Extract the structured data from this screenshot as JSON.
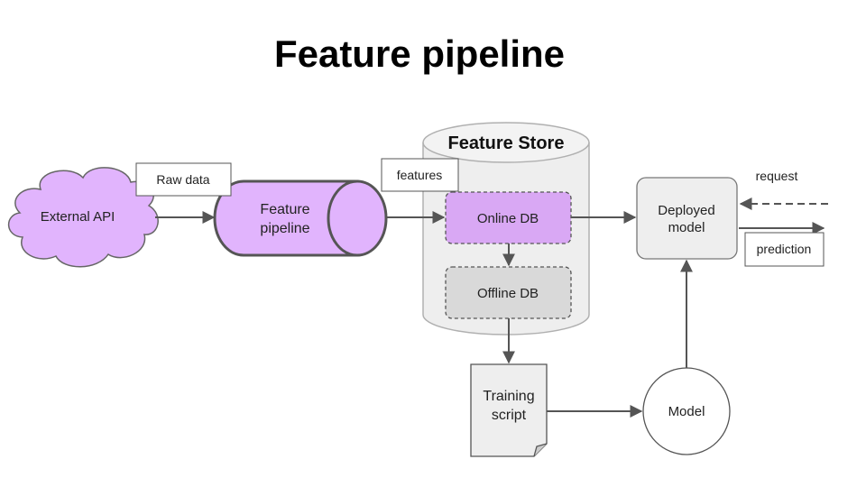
{
  "title": "Feature pipeline",
  "nodes": {
    "external_api": "External API",
    "feature_pipeline_line1": "Feature",
    "feature_pipeline_line2": "pipeline",
    "feature_store": "Feature Store",
    "online_db": "Online DB",
    "offline_db": "Offline DB",
    "deployed_model_line1": "Deployed",
    "deployed_model_line2": "model",
    "training_script_line1": "Training",
    "training_script_line2": "script",
    "model": "Model"
  },
  "edge_labels": {
    "raw_data": "Raw data",
    "features": "features",
    "request": "request",
    "prediction": "prediction"
  },
  "colors": {
    "pipeline_fill": "#e1b4fd",
    "cloud_fill": "#e1b4fd",
    "online_db_fill": "#d9a8f4",
    "offline_db_fill": "#d9d9d9",
    "store_fill": "#eeeeee",
    "stroke": "#555555"
  }
}
